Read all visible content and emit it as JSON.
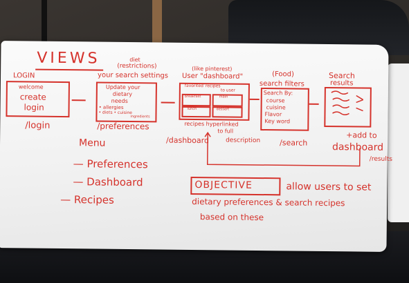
{
  "views_title": "VIEWS",
  "login": {
    "label": "LOGIN",
    "box_lines": [
      "welcome",
      "create",
      "login"
    ],
    "route": "/login"
  },
  "preferences": {
    "note_top": "diet",
    "note_top2": "(restrictions)",
    "header": "your search settings",
    "box_lines": [
      "Update your",
      "dietary",
      "needs",
      "• allergies",
      "• diets • cuisine",
      "ingredients"
    ],
    "route": "/preferences"
  },
  "dashboard": {
    "note_top": "(like pinterest)",
    "header": "User \"dashboard\"",
    "box_lines": [
      "favorited",
      "recipes",
      "to user"
    ],
    "tiles": [
      "breakfast",
      "main",
      "lunch",
      "dessert"
    ],
    "note_bottom": "recipes hyperlinked",
    "note_bottom2": "to full",
    "note_bottom3": "description",
    "route": "/dashboard"
  },
  "search_filters": {
    "note_top": "(Food)",
    "header": "search filters",
    "box_lines": [
      "Search By:",
      "course",
      "cuisine",
      "Flavor",
      "Key word"
    ],
    "route": "/search"
  },
  "results": {
    "header": "Search",
    "header2": "results",
    "note": "+add to",
    "note2": "dashboard",
    "route": "/results"
  },
  "menu": {
    "title": "Menu",
    "items": [
      "— Preferences",
      "— Dashboard",
      "— Recipes"
    ]
  },
  "objective": {
    "label": "OBJECTIVE",
    "line1": "allow users to set",
    "line2": "dietary preferences & search recipes",
    "line3": "based on these"
  }
}
